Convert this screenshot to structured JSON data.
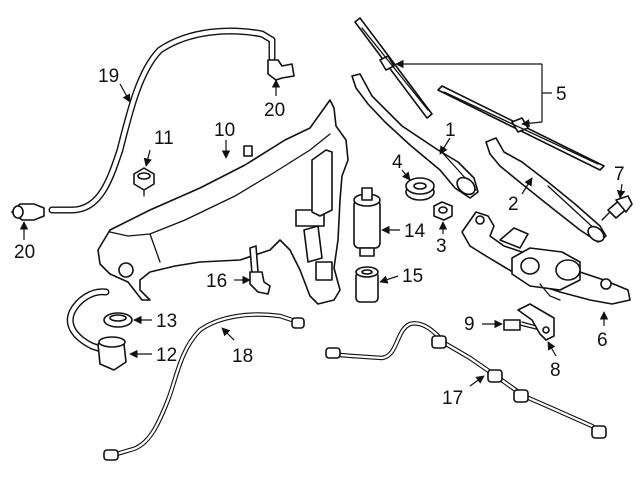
{
  "callouts": [
    {
      "id": "1",
      "text": "1"
    },
    {
      "id": "2",
      "text": "2"
    },
    {
      "id": "3",
      "text": "3"
    },
    {
      "id": "4",
      "text": "4"
    },
    {
      "id": "5",
      "text": "5"
    },
    {
      "id": "6",
      "text": "6"
    },
    {
      "id": "7",
      "text": "7"
    },
    {
      "id": "8",
      "text": "8"
    },
    {
      "id": "9",
      "text": "9"
    },
    {
      "id": "10",
      "text": "10"
    },
    {
      "id": "11",
      "text": "11"
    },
    {
      "id": "12",
      "text": "12"
    },
    {
      "id": "13",
      "text": "13"
    },
    {
      "id": "14",
      "text": "14"
    },
    {
      "id": "15",
      "text": "15"
    },
    {
      "id": "16",
      "text": "16"
    },
    {
      "id": "17",
      "text": "17"
    },
    {
      "id": "18",
      "text": "18"
    },
    {
      "id": "19",
      "text": "19"
    },
    {
      "id": "20a",
      "text": "20"
    },
    {
      "id": "20b",
      "text": "20"
    }
  ]
}
